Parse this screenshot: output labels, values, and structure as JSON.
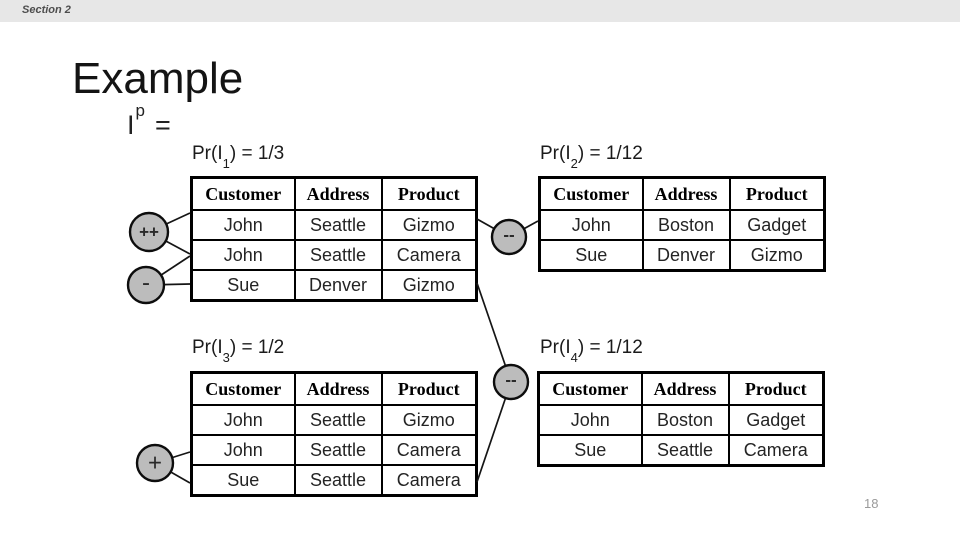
{
  "header": {
    "section": "Section 2"
  },
  "title": "Example",
  "formula": {
    "base": "I",
    "sup": "p",
    "equals": "="
  },
  "worlds": [
    {
      "prob_prefix": "Pr(I",
      "sub": "1",
      "prob_suffix": ") = 1/3",
      "columns": [
        "Customer",
        "Address",
        "Product"
      ],
      "rows": [
        [
          "John",
          "Seattle",
          "Gizmo"
        ],
        [
          "John",
          "Seattle",
          "Camera"
        ],
        [
          "Sue",
          "Denver",
          "Gizmo"
        ]
      ]
    },
    {
      "prob_prefix": "Pr(I",
      "sub": "2",
      "prob_suffix": ") = 1/12",
      "columns": [
        "Customer",
        "Address",
        "Product"
      ],
      "rows": [
        [
          "John",
          "Boston",
          "Gadget"
        ],
        [
          "Sue",
          "Denver",
          "Gizmo"
        ]
      ]
    },
    {
      "prob_prefix": "Pr(I",
      "sub": "3",
      "prob_suffix": ") = 1/2",
      "columns": [
        "Customer",
        "Address",
        "Product"
      ],
      "rows": [
        [
          "John",
          "Seattle",
          "Gizmo"
        ],
        [
          "John",
          "Seattle",
          "Camera"
        ],
        [
          "Sue",
          "Seattle",
          "Camera"
        ]
      ]
    },
    {
      "prob_prefix": "Pr(I",
      "sub": "4",
      "prob_suffix": ") = 1/12",
      "columns": [
        "Customer",
        "Address",
        "Product"
      ],
      "rows": [
        [
          "John",
          "Boston",
          "Gadget"
        ],
        [
          "Sue",
          "Seattle",
          "Camera"
        ]
      ]
    }
  ],
  "annotations": [
    {
      "id": "plus-plus",
      "label": "++"
    },
    {
      "id": "minus",
      "label": "-"
    },
    {
      "id": "plus",
      "label": "+"
    },
    {
      "id": "minus-minus-top",
      "label": "--"
    },
    {
      "id": "minus-minus-bottom",
      "label": "--"
    }
  ],
  "page_number": "18",
  "colors": {
    "header_bar": "#e7e7e7",
    "circle_fill": "#bcbcbc",
    "line": "#151515",
    "page_number": "#9a9a9a"
  }
}
